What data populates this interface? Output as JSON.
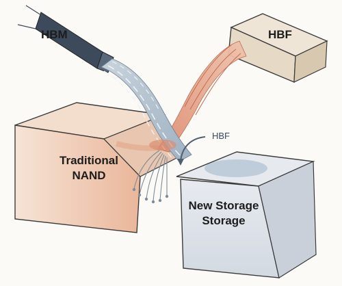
{
  "diagram": {
    "labels": {
      "hbm": "HBM",
      "hbf_top": "HBF",
      "hbf_arrow": "HBF",
      "traditional_line1": "Traditional",
      "traditional_line2": "NAND",
      "new_storage_line1": "New Storage",
      "new_storage_line2": "Storage"
    },
    "colors": {
      "hbm_cable": "#3d4a5c",
      "hbf_stream": "#e6a98c",
      "hbm_stream": "#b9c6d2",
      "nand_block": "#f4dccb",
      "storage_block": "#dfe4ea",
      "hbf_block": "#e7dccb",
      "outline": "#3a3a3a"
    }
  }
}
